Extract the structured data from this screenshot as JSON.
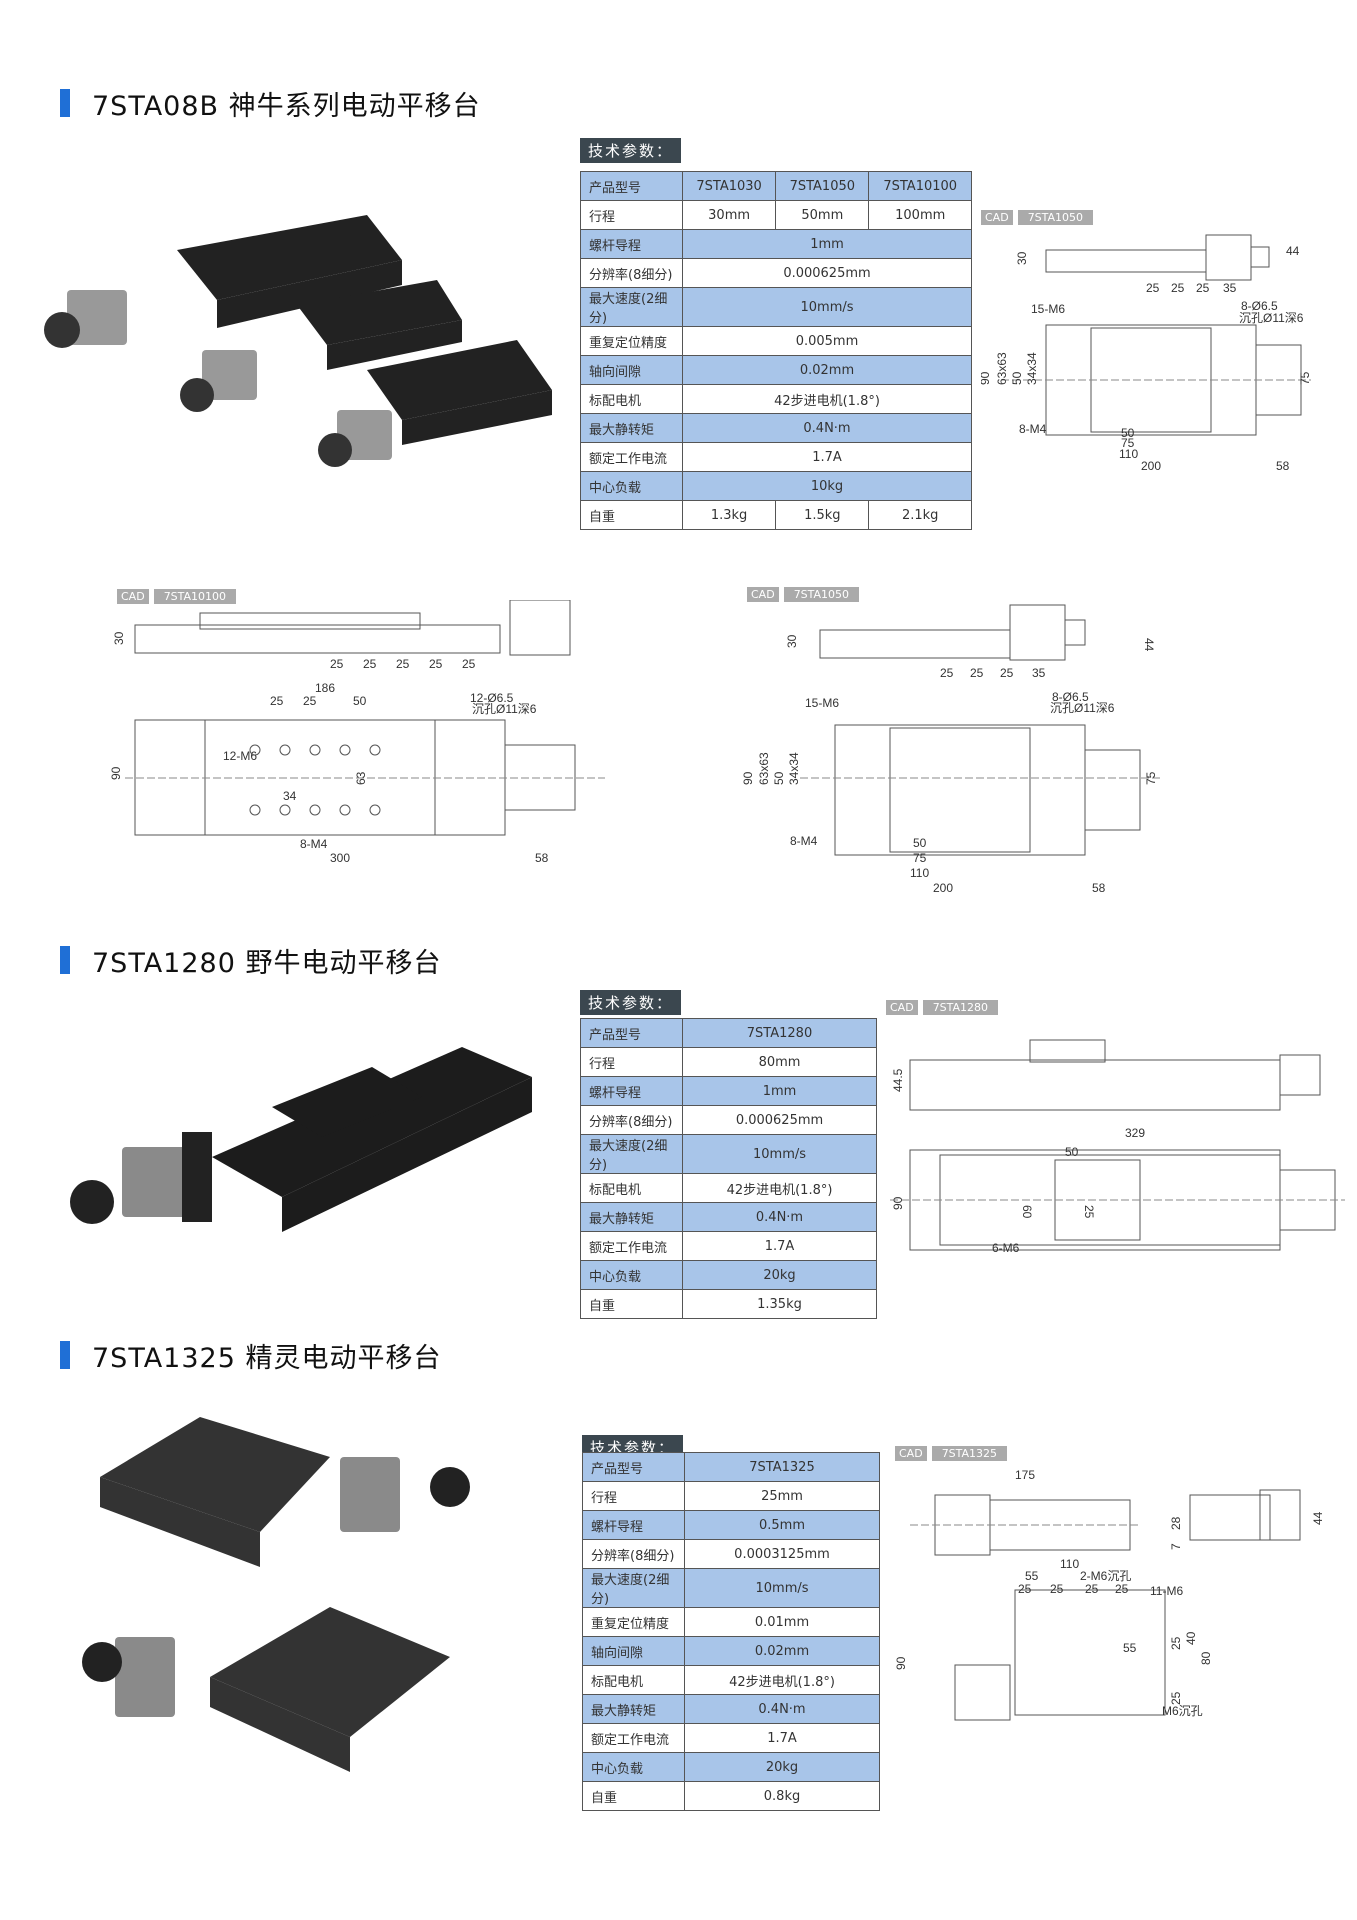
{
  "sections": [
    {
      "title": "7STA08B 神牛系列电动平移台",
      "param_label": "技术参数：",
      "rows": [
        [
          "产品型号",
          "7STA1030",
          "7STA1050",
          "7STA10100"
        ],
        [
          "行程",
          "30mm",
          "50mm",
          "100mm"
        ],
        [
          "螺杆导程",
          "1mm"
        ],
        [
          "分辨率(8细分)",
          "0.000625mm"
        ],
        [
          "最大速度(2细分)",
          "10mm/s"
        ],
        [
          "重复定位精度",
          "0.005mm"
        ],
        [
          "轴向间隙",
          "0.02mm"
        ],
        [
          "标配电机",
          "42步进电机(1.8°)"
        ],
        [
          "最大静转矩",
          "0.4N·m"
        ],
        [
          "额定工作电流",
          "1.7A"
        ],
        [
          "中心负载",
          "10kg"
        ],
        [
          "自重",
          "1.3kg",
          "1.5kg",
          "2.1kg"
        ]
      ]
    },
    {
      "title": "7STA1280 野牛电动平移台",
      "param_label": "技术参数：",
      "rows": [
        [
          "产品型号",
          "7STA1280"
        ],
        [
          "行程",
          "80mm"
        ],
        [
          "螺杆导程",
          "1mm"
        ],
        [
          "分辨率(8细分)",
          "0.000625mm"
        ],
        [
          "最大速度(2细分)",
          "10mm/s"
        ],
        [
          "标配电机",
          "42步进电机(1.8°)"
        ],
        [
          "最大静转矩",
          "0.4N·m"
        ],
        [
          "额定工作电流",
          "1.7A"
        ],
        [
          "中心负载",
          "20kg"
        ],
        [
          "自重",
          "1.35kg"
        ]
      ]
    },
    {
      "title": "7STA1325 精灵电动平移台",
      "param_label": "技术参数：",
      "rows": [
        [
          "产品型号",
          "7STA1325"
        ],
        [
          "行程",
          "25mm"
        ],
        [
          "螺杆导程",
          "0.5mm"
        ],
        [
          "分辨率(8细分)",
          "0.0003125mm"
        ],
        [
          "最大速度(2细分)",
          "10mm/s"
        ],
        [
          "重复定位精度",
          "0.01mm"
        ],
        [
          "轴向间隙",
          "0.02mm"
        ],
        [
          "标配电机",
          "42步进电机(1.8°)"
        ],
        [
          "最大静转矩",
          "0.4N·m"
        ],
        [
          "额定工作电流",
          "1.7A"
        ],
        [
          "中心负载",
          "20kg"
        ],
        [
          "自重",
          "0.8kg"
        ]
      ]
    }
  ],
  "cad": {
    "tag": "CAD",
    "d1": {
      "model": "7STA1050",
      "h": "30",
      "h2": "44",
      "p": "25",
      "p4": "35",
      "holes": "15-M6",
      "cbore": "8-Ø6.5",
      "cbore2": "沉孔Ø11深6",
      "w": "90",
      "a": "63x63",
      "b": "50",
      "c": "34x34",
      "m4": "8-M4",
      "d50": "50",
      "d75": "75",
      "d110": "110",
      "d200": "200",
      "d58": "58",
      "r75": "75"
    },
    "d2": {
      "model": "7STA10100",
      "h": "30",
      "p": "25",
      "d186": "186",
      "holes": "12-M6",
      "cbore": "12-Ø6.5",
      "cbore2": "沉孔Ø11深6",
      "w": "90",
      "m4": "8-M4",
      "d300": "300",
      "d58": "58",
      "d34": "34",
      "d63": "63",
      "d50": "50"
    },
    "d3": {
      "model": "7STA1050",
      "h": "30",
      "h2": "44",
      "p": "25",
      "p4": "35",
      "holes": "15-M6",
      "cbore": "8-Ø6.5",
      "cbore2": "沉孔Ø11深6",
      "w": "90",
      "a": "63x63",
      "b": "50",
      "c": "34x34",
      "m4": "8-M4",
      "d50": "50",
      "d75": "75",
      "d110": "110",
      "d200": "200",
      "d58": "58",
      "r75": "75"
    },
    "d4": {
      "model": "7STA1280",
      "h": "44.5",
      "d329": "329",
      "d50": "50",
      "w": "90",
      "d60": "60",
      "d25": "25",
      "m6": "6-M6"
    },
    "d5": {
      "model": "7STA1325",
      "d175": "175",
      "h28": "28",
      "h7": "7",
      "h44": "44",
      "d110": "110",
      "d55": "55",
      "p": "25",
      "m6c": "2-M6沉孔",
      "m6": "11-M6",
      "w": "90",
      "r55": "55",
      "r25": "25",
      "r40": "40",
      "r80": "80",
      "m6b": "M6沉孔"
    }
  },
  "colors": {
    "accent": "#1f6fd6",
    "table_blue": "#a8c5e9",
    "label_bg": "#3b474f"
  }
}
